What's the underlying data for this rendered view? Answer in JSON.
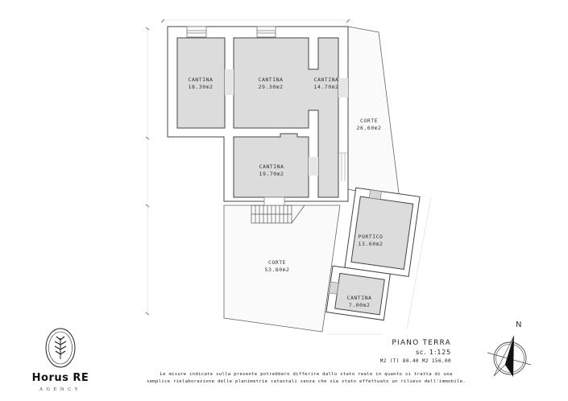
{
  "plan": {
    "floor_title": "PIANO TERRA",
    "scale": "sc. 1:125",
    "areas_summary": "M2 (T) 80.40   M2 156.00",
    "rooms": [
      {
        "name": "CANTINA",
        "area": "18.30m2"
      },
      {
        "name": "CANTINA",
        "area": "29.30m2"
      },
      {
        "name": "CANTINA",
        "area": "14.70m2"
      },
      {
        "name": "CORTE",
        "area": "26.60m2"
      },
      {
        "name": "CANTINA",
        "area": "19.70m2"
      },
      {
        "name": "PORTICO",
        "area": "13.60m2"
      },
      {
        "name": "CORTE",
        "area": "53.80m2"
      },
      {
        "name": "CANTINA",
        "area": "7.00m2"
      }
    ],
    "north_label": "N"
  },
  "disclaimer": {
    "line1": "Le misure indicate sulla presente potrebbero differire dallo stato reale in quanto si tratta di una",
    "line2": "semplice rielaborazione delle planimetrie catastali senza che sia stato effettuato un rilievo dell'immobile."
  },
  "logo": {
    "brand": "Horus RE",
    "sub": "AGENCY",
    "icon": "wheat-leaf-icon"
  },
  "colors": {
    "wall": "#444444",
    "room_fill": "#dcdcdc",
    "outdoor_fill": "#f7f7f7"
  }
}
